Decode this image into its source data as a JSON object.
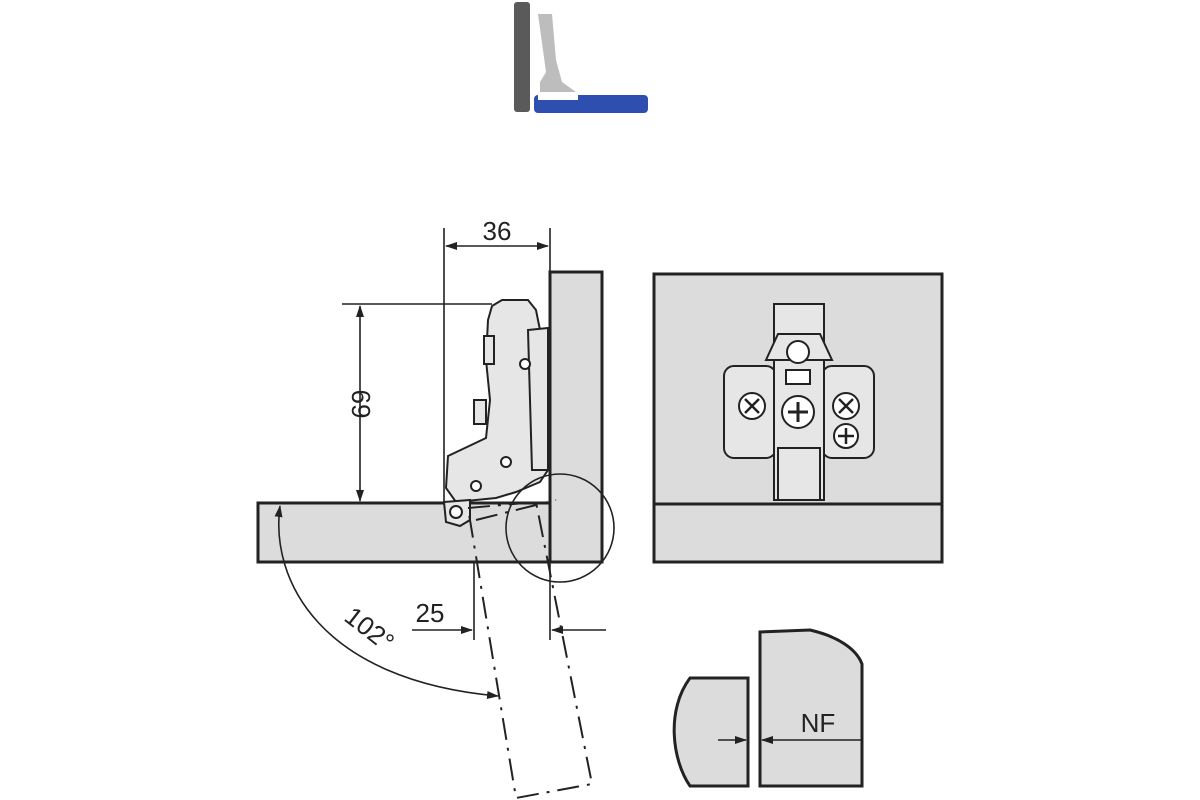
{
  "colors": {
    "line": "#222222",
    "panel_fill": "#dcdcdc",
    "part_fill": "#e6e6e6",
    "icon_door": "#5a5a5a",
    "icon_hinge": "#bdbdbd",
    "icon_side": "#2f4fb0"
  },
  "dimensions": {
    "width_36": "36",
    "height_69": "69",
    "offset_25": "25",
    "angle_102": "102°",
    "nf_label": "NF"
  }
}
